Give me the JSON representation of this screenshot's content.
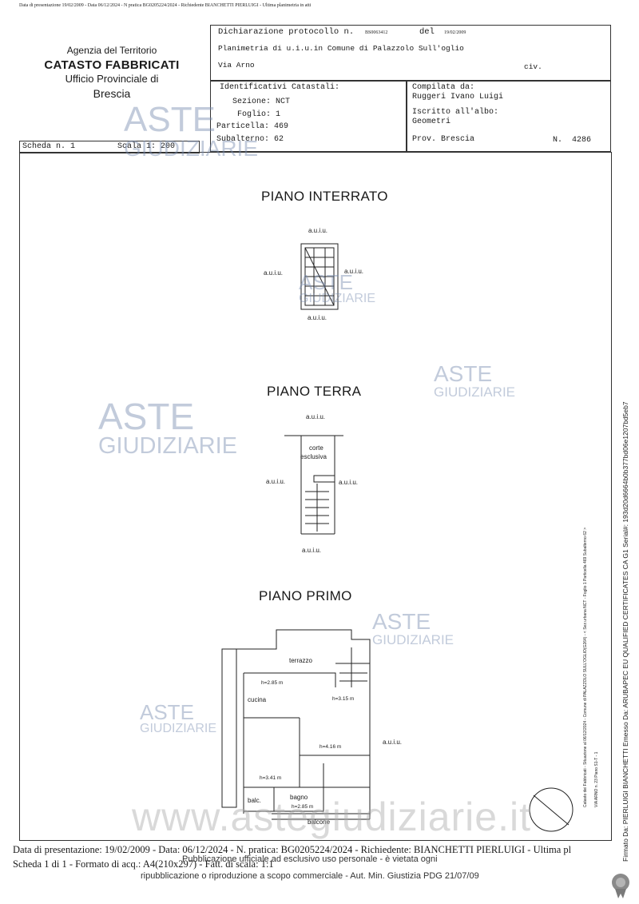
{
  "top_line": "Data di presentazione 19/02/2009 - Data 06/12/2024 - N pratica BG0205224/2024 - Richiedente BIANCHETTI PIERLUIGI - Ultima planimetria in atti",
  "agency": {
    "line1": "Agenzia del Territorio",
    "line2": "CATASTO FABBRICATI",
    "line3": "Ufficio Provinciale di",
    "line4": "Brescia"
  },
  "header": {
    "dichiarazione_label": "Dichiarazione protocollo n.",
    "protocol_number": "BS0063412",
    "del_label": "del",
    "del_date": "19/02/2009",
    "planimetria": "Planimetria di u.i.u.in Comune di Palazzolo Sull'oglio",
    "via": "Via Arno",
    "civ_label": "civ."
  },
  "identificativi": {
    "title": "Identificativi Catastali:",
    "sezione": "Sezione: NCT",
    "foglio": "Foglio: 1",
    "particella": "Particella: 469",
    "subalterno": "Subalterno: 62"
  },
  "compilata": {
    "title": "Compilata da:",
    "name": "Ruggeri Ivano Luigi",
    "iscritto": "Iscritto all'albo:",
    "albo": "Geometri",
    "prov": "Prov. Brescia",
    "n_label": "N.",
    "n_value": "4286"
  },
  "scheda": {
    "scheda": "Scheda n. 1",
    "scala": "Scala 1: 200"
  },
  "floors": {
    "interrato": {
      "title": "PIANO INTERRATO",
      "labels": [
        "a.u.i.u.",
        "a.u.i.u.",
        "a.u.i.u.",
        "a.u.i.u."
      ]
    },
    "terra": {
      "title": "PIANO TERRA",
      "labels": [
        "a.u.i.u.",
        "a.u.i.u.",
        "a.u.i.u.",
        "a.u.i.u."
      ],
      "corte": "corte",
      "esclusiva": "esclusiva"
    },
    "primo": {
      "title": "PIANO PRIMO",
      "terrazzo": "terrazzo",
      "cucina": "cucina",
      "h1": "h=2.85 m",
      "h2": "h=3.15 m",
      "h3": "h=4.16 m",
      "h4": "h=3.41 m",
      "h5": "h=2.85 m",
      "balc": "balc.",
      "bagno": "bagno",
      "balcone": "balcone",
      "auiu": "a.u.i.u."
    }
  },
  "watermarks": {
    "aste": "ASTE",
    "giudiziarie": "GIUDIZIARIE",
    "site": "www.astegiudiziarie.it"
  },
  "side_text": {
    "signed": "Firmato Da: PIERLUIGI BIANCHETTI Emesso Da: ARUBAPEC EU QUALIFIED CERTIFICATES CA G1 Serial#: 193d20d6664b0b377bd06e1207bd5eb7",
    "catasto": "Catasto dei Fabbricati - Situazione al 06/12/2024 - Comune di PALAZZOLO SULL'OGLIO(G264) - < Sez.urbana NCT - Foglio 1 Particella 469 Subalterno 62 >",
    "via": "VIA ARNO n. 23 Piano S1-T - 1"
  },
  "footer": {
    "line1": "Data di presentazione: 19/02/2009 - Data: 06/12/2024 - N. pratica: BG0205224/2024 - Richiedente: BIANCHETTI PIERLUIGI - Ultima pl",
    "line2": "Scheda 1 di 1 - Formato di acq.: A4(210x297) - Fatt. di scala: 1:1",
    "pub1": "Pubblicazione ufficiale ad esclusivo uso personale - è vietata ogni",
    "pub2": "ripubblicazione o riproduzione a scopo commerciale - Aut. Min. Giustizia PDG 21/07/09"
  }
}
